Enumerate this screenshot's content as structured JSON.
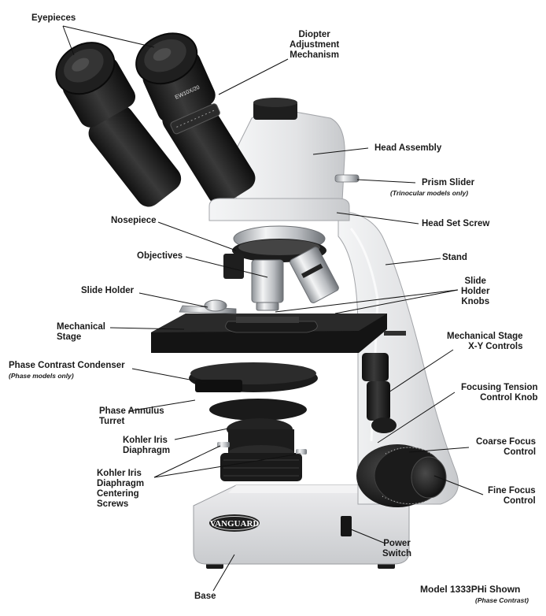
{
  "labels": {
    "eyepieces": "Eyepieces",
    "diopter": "Diopter\nAdjustment\nMechanism",
    "head_assembly": "Head Assembly",
    "prism_slider": "Prism Slider",
    "prism_slider_note": "(Trinocular models only)",
    "head_set_screw": "Head Set Screw",
    "nosepiece": "Nosepiece",
    "objectives": "Objectives",
    "stand": "Stand",
    "slide_holder": "Slide Holder",
    "slide_holder_knobs": "Slide\nHolder\nKnobs",
    "mechanical_stage": "Mechanical\nStage",
    "mech_stage_xy": "Mechanical Stage\nX-Y Controls",
    "phase_condenser": "Phase Contrast Condenser",
    "phase_condenser_note": "(Phase models only)",
    "focusing_tension": "Focusing Tension\nControl Knob",
    "phase_annulus": "Phase Annulus\nTurret",
    "kohler_iris": "Kohler Iris\nDiaphragm",
    "coarse_focus": "Coarse Focus\nControl",
    "kohler_centering": "Kohler Iris\nDiaphragm\nCentering\nScrews",
    "fine_focus": "Fine Focus\nControl",
    "power_switch": "Power\nSwitch",
    "base": "Base"
  },
  "caption": {
    "model": "Model 1333PHi Shown",
    "note": "(Phase Contrast)"
  },
  "brand": {
    "logo_text": "VANGUARD",
    "eyepiece_marking": "EW10X/20"
  },
  "colors": {
    "body": "#e6e7e9",
    "black": "#1c1c1c",
    "chrome": "#c9ccd0"
  }
}
